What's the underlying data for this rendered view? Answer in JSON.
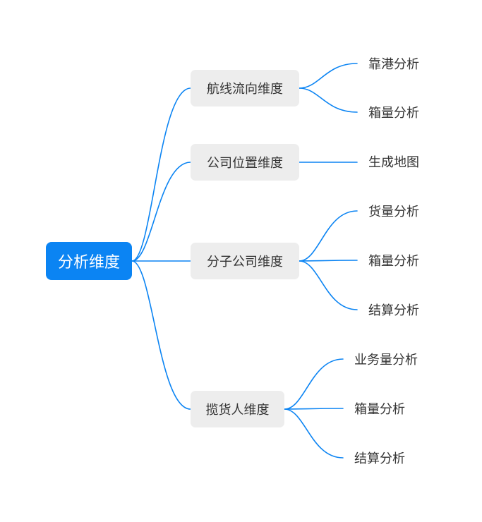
{
  "colors": {
    "root_fill": "#0b84f3",
    "root_text": "#ffffff",
    "branch_fill": "#ededed",
    "text": "#333333",
    "connector": "#0b84f3"
  },
  "root": {
    "label": "分析维度"
  },
  "branches": [
    {
      "label": "航线流向维度",
      "leaves": [
        "靠港分析",
        "箱量分析"
      ]
    },
    {
      "label": "公司位置维度",
      "leaves": [
        "生成地图"
      ]
    },
    {
      "label": "分子公司维度",
      "leaves": [
        "货量分析",
        "箱量分析",
        "结算分析"
      ]
    },
    {
      "label": "揽货人维度",
      "leaves": [
        "业务量分析",
        "箱量分析",
        "结算分析"
      ]
    }
  ]
}
